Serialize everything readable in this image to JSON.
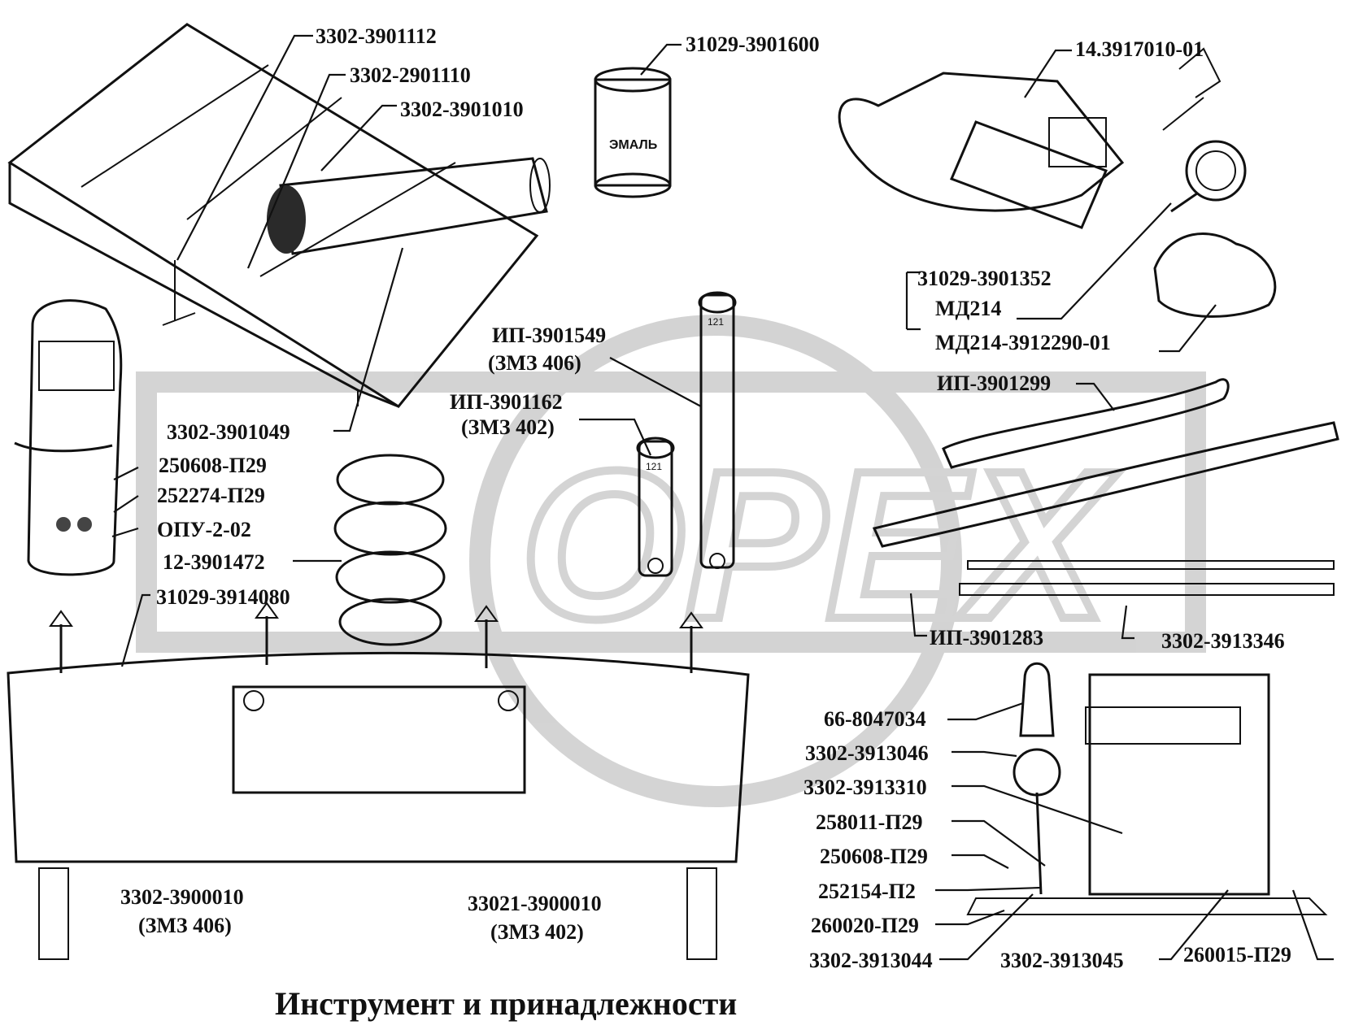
{
  "title": "Инструмент и принадлежности",
  "watermark": "OPEX",
  "labels": {
    "l01": "3302-3901112",
    "l02": "3302-2901110",
    "l03": "3302-3901010",
    "l04": "31029-3901600",
    "l05": "14.3917010-01",
    "l06": "ЭМАЛЬ",
    "l07": "31029-3901352",
    "l08": "МД214",
    "l09": "МД214-3912290-01",
    "l10": "ИП-3901549",
    "l11": "(ЗМЗ 406)",
    "l12": "ИП-3901162",
    "l13": "(ЗМЗ 402)",
    "l14": "ИП-3901299",
    "l15": "3302-3901049",
    "l16": "250608-П29",
    "l17": "252274-П29",
    "l18": "ОПУ-2-02",
    "l19": "12-3901472",
    "l20": "31029-3914080",
    "l21": "ИП-3901283",
    "l22": "3302-3913346",
    "l23": "66-8047034",
    "l24": "3302-3913046",
    "l25": "3302-3913310",
    "l26": "258011-П29",
    "l27": "250608-П29",
    "l28": "252154-П2",
    "l29": "260020-П29",
    "l30": "3302-3913044",
    "l31": "3302-3913045",
    "l32": "260015-П29",
    "l33": "3302-3900010",
    "l34": "(ЗМЗ 406)",
    "l35": "33021-3900010",
    "l36": "(ЗМЗ 402)",
    "l37": "121",
    "l38": "121"
  }
}
